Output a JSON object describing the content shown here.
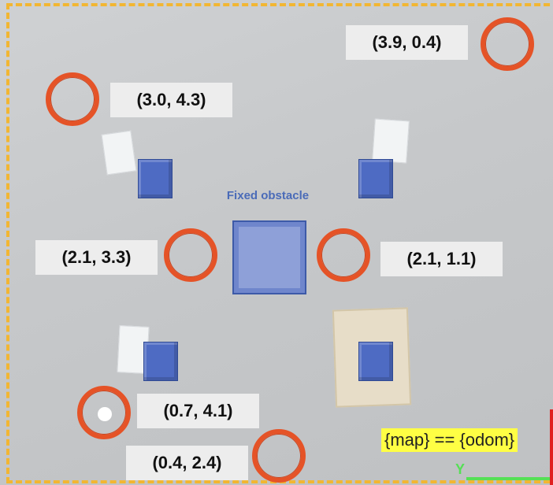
{
  "map": {
    "fixed_obstacle_label": "Fixed obstacle",
    "frame_label": "{map} == {odom}",
    "axis_label": "Y",
    "waypoints": [
      {
        "label": "(3.9, 0.4)"
      },
      {
        "label": "(3.0, 4.3)"
      },
      {
        "label": "(2.1, 3.3)"
      },
      {
        "label": "(2.1, 1.1)"
      },
      {
        "label": "(0.7, 4.1)"
      },
      {
        "label": "(0.4, 2.4)"
      }
    ]
  },
  "colors": {
    "border": "#f2b632",
    "ring": "#e55327",
    "block": "#4e6bc3",
    "fixed_obstacle": "#8ea0d8",
    "frame_highlight": "#ffff44"
  }
}
